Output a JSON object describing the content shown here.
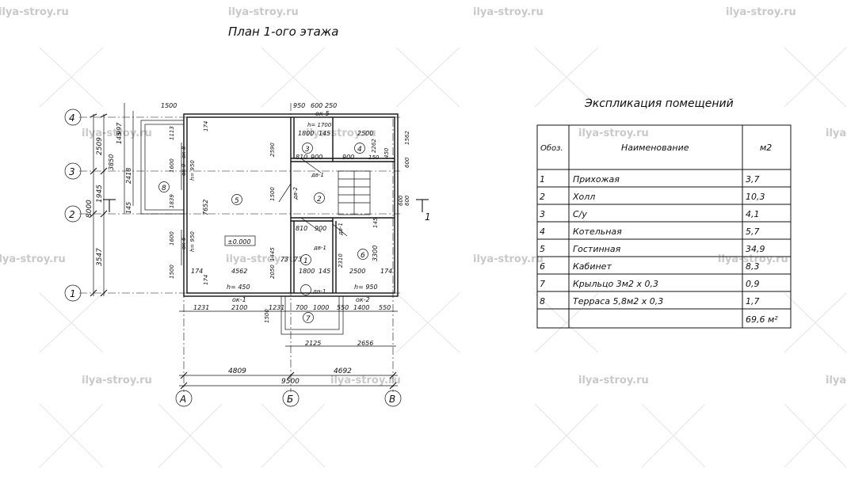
{
  "watermark": "ilya-stroy.ru",
  "plan": {
    "title": "План 1-ого этажа",
    "axes_left": [
      "4",
      "3",
      "2",
      "1"
    ],
    "axes_bottom": [
      "А",
      "Б",
      "В"
    ],
    "section_mark": "1",
    "level_mark": "±0.000",
    "room_numbers": [
      "1",
      "2",
      "3",
      "4",
      "5",
      "6",
      "7",
      "8"
    ],
    "left_dims": [
      "2509",
      "1945",
      "3547",
      "8000"
    ],
    "left_dims_inner": [
      "997",
      "145",
      "3850",
      "2418",
      "145"
    ],
    "bottom_dims": [
      "4809",
      "4692",
      "9500"
    ],
    "window_labels": [
      "ок-5",
      "ок-9",
      "ок-8",
      "ок-6",
      "ок-1",
      "ок-2"
    ],
    "door_labels": [
      "дв-2",
      "дв-1",
      "дв-1",
      "дв-1",
      "дн-1"
    ],
    "h_labels": [
      "h= 1700",
      "h= 950",
      "h= 950",
      "h= 450",
      "h= 950"
    ],
    "labels": {
      "d1500_top": "1500",
      "d174_a": "174",
      "d950": "950",
      "d600": "600",
      "d250": "250",
      "d1800_a": "1800",
      "d145_a": "145",
      "d2500_a": "2500",
      "d1562": "1562",
      "d2262": "2262",
      "d450_a": "450",
      "d600_b": "600",
      "d2590": "2590",
      "d1113": "1113",
      "d1600_a": "1600",
      "d1839": "1839",
      "d7652": "7652",
      "d810_a": "810",
      "d900_a": "900",
      "d900_b": "900",
      "d150": "150",
      "d1500_mid": "1500",
      "d6000": "600",
      "d600_c": "600",
      "d1600_b": "1600",
      "d810_b": "810",
      "d900_c": "900",
      "d1445": "1445",
      "d73_a": "73",
      "d73_b": "73",
      "d2050": "2050",
      "d2310": "2310",
      "d3300": "3300",
      "d145_c": "145",
      "d1500_left": "1500",
      "d174_b": "174",
      "d4562": "4562",
      "d174_c": "174",
      "d1800_b": "1800",
      "d145_b": "145",
      "d2500_b": "2500",
      "d174_d": "174",
      "d1231_a": "1231",
      "d2100": "2100",
      "d1231_b": "1231",
      "d700": "700",
      "d1000": "1000",
      "d550_a": "550",
      "d1400": "1400",
      "d550_b": "550",
      "d1500_porch": "1500",
      "d2125": "2125",
      "d2656": "2656"
    }
  },
  "explication": {
    "title": "Экспликация помещений",
    "headers": [
      "Обоз.",
      "Наименование",
      "м2"
    ],
    "rows": [
      {
        "id": "1",
        "name": "Прихожая",
        "area": "3,7"
      },
      {
        "id": "2",
        "name": "Холл",
        "area": "10,3"
      },
      {
        "id": "3",
        "name": "С/у",
        "area": "4,1"
      },
      {
        "id": "4",
        "name": "Котельная",
        "area": "5,7"
      },
      {
        "id": "5",
        "name": "Гостинная",
        "area": "34,9"
      },
      {
        "id": "6",
        "name": "Кабинет",
        "area": "8,3"
      },
      {
        "id": "7",
        "name": "Крыльцо 3м2 х 0,3",
        "area": "0,9"
      },
      {
        "id": "8",
        "name": "Терраса 5,8м2 х 0,3",
        "area": "1,7"
      }
    ],
    "total": "69,6 м²"
  }
}
